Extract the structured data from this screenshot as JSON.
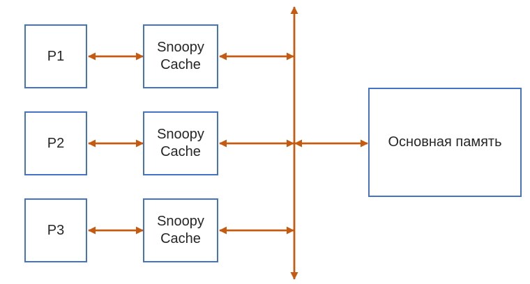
{
  "colors": {
    "box_border": "#4472C4",
    "arrow": "#C55A11",
    "text": "#262626",
    "background": "#ffffff"
  },
  "diagram": {
    "processors": [
      {
        "label": "P1"
      },
      {
        "label": "P2"
      },
      {
        "label": "P3"
      }
    ],
    "caches": [
      {
        "label": "Snoopy Cache"
      },
      {
        "label": "Snoopy Cache"
      },
      {
        "label": "Snoopy Cache"
      }
    ],
    "memory": {
      "label": "Основная память"
    }
  }
}
